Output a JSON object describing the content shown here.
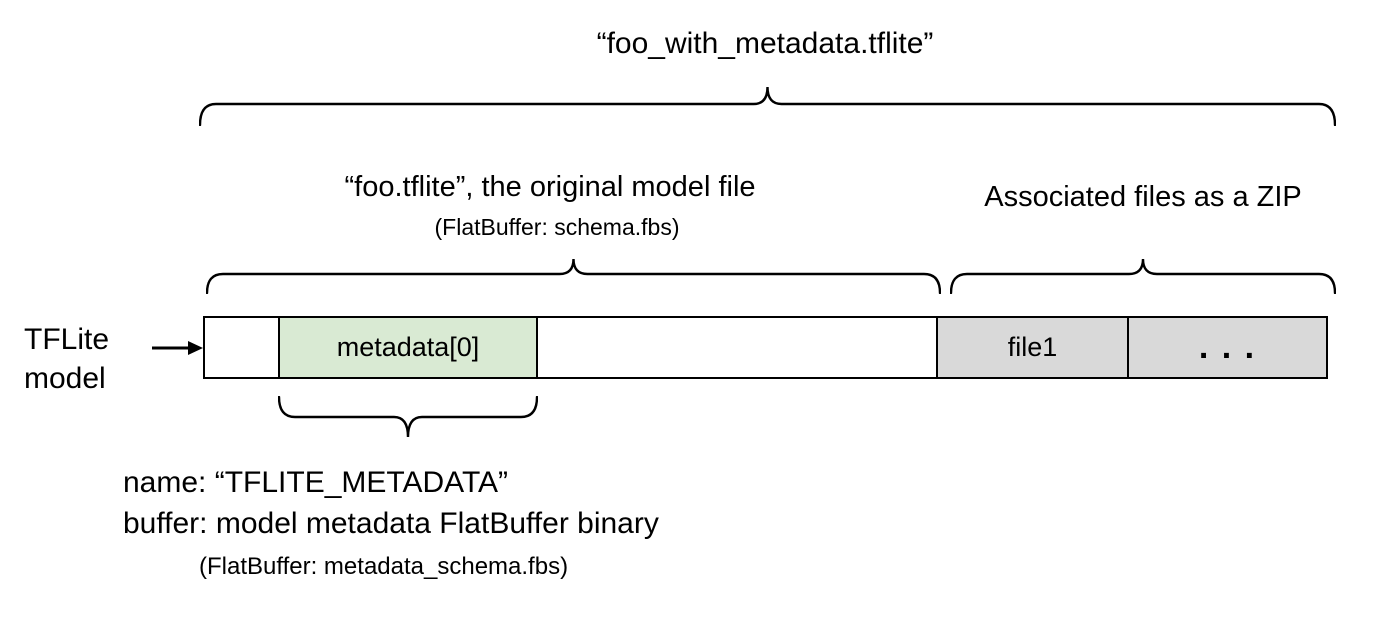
{
  "title": "“foo_with_metadata.tflite”",
  "model_file_section": {
    "label": "“foo.tflite”, the original model file",
    "sublabel": "(FlatBuffer: schema.fbs)"
  },
  "associated_files_section": {
    "label": "Associated files as a ZIP"
  },
  "tflite_model_label": {
    "line1": "TFLite",
    "line2": "model"
  },
  "bar": {
    "segments": [
      {
        "name": "leading-empty",
        "label": "",
        "fill": "#ffffff"
      },
      {
        "name": "metadata",
        "label": "metadata[0]",
        "fill": "#d9ead3"
      },
      {
        "name": "model-content",
        "label": "",
        "fill": "#ffffff"
      },
      {
        "name": "file1",
        "label": "file1",
        "fill": "#d9d9d9"
      },
      {
        "name": "more-files",
        "label": ". . .",
        "fill": "#d9d9d9"
      }
    ]
  },
  "metadata_note": {
    "line1": "name: “TFLITE_METADATA”",
    "line2": "buffer: model metadata FlatBuffer binary",
    "line3": "(FlatBuffer: metadata_schema.fbs)"
  },
  "colors": {
    "metadata_fill": "#d9ead3",
    "associated_fill": "#d9d9d9",
    "stroke": "#000000",
    "background": "#ffffff"
  }
}
